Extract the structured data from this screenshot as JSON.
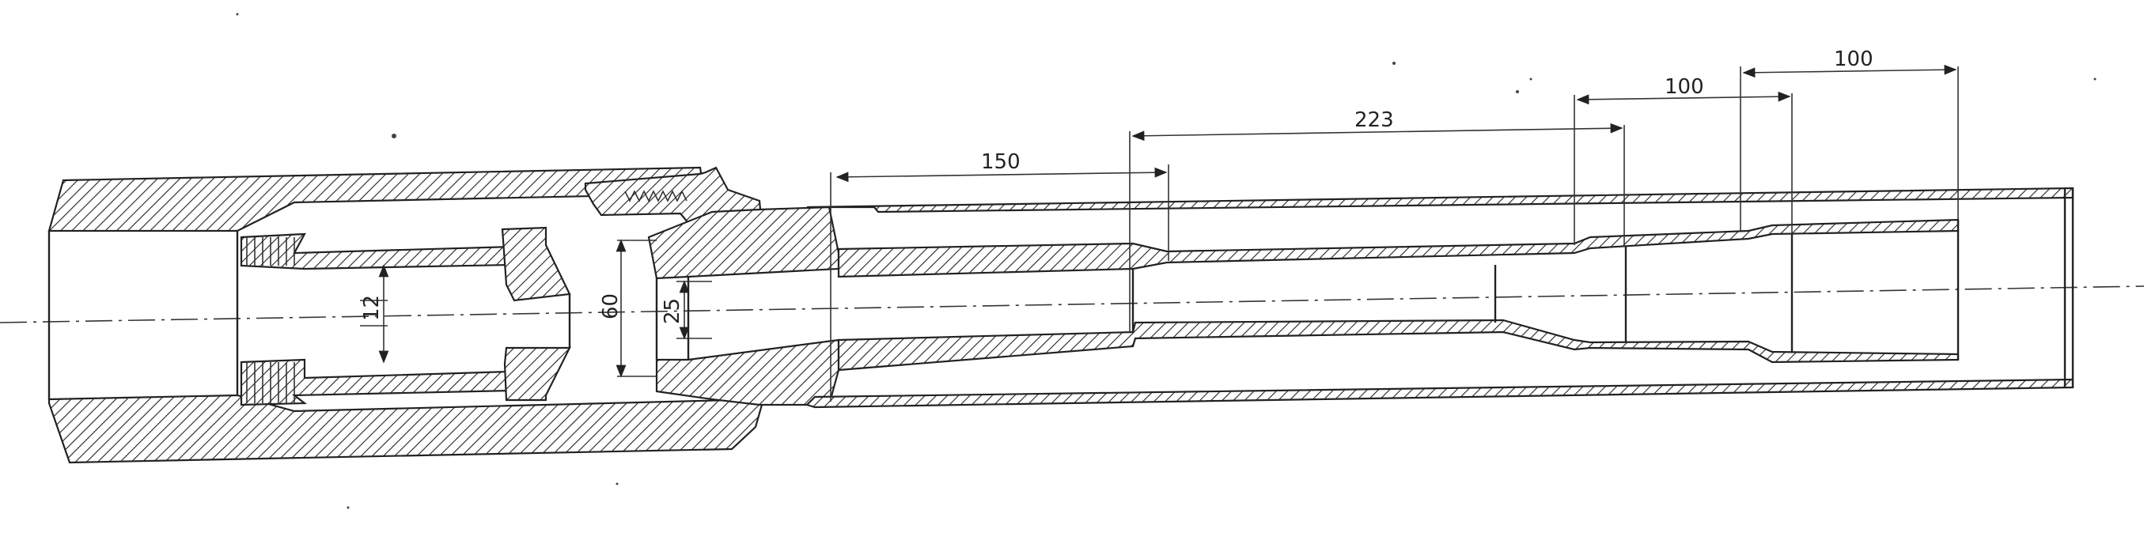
{
  "diagram": {
    "colors": {
      "ink": "#222222",
      "paper": "#ffffff"
    },
    "dimensions": {
      "d150": "150",
      "d223": "223",
      "d100a": "100",
      "d100b": "100",
      "d12": "12",
      "d60": "60",
      "d25": "25"
    }
  }
}
